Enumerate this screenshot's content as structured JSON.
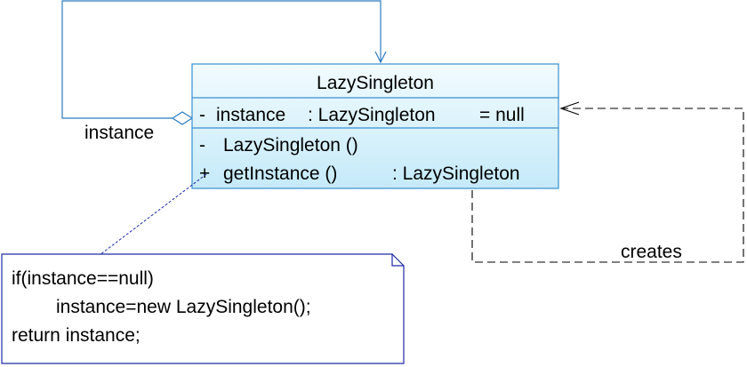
{
  "class_box": {
    "name": "LazySingleton",
    "attribute": {
      "visibility": "-",
      "name": "instance",
      "type": ": LazySingleton",
      "default": "= null"
    },
    "operations": [
      {
        "visibility": "-",
        "name": "LazySingleton ()",
        "return": ""
      },
      {
        "visibility": "+",
        "name": "getInstance ()",
        "return": ": LazySingleton"
      }
    ],
    "fill_top": "#f2fbff",
    "fill_bottom": "#c5eaf9",
    "border": "#3a8fd0"
  },
  "associations": {
    "self_role": "instance",
    "dependency_label": "creates"
  },
  "note": {
    "line1": "if(instance==null)",
    "line2": "instance=new LazySingleton();",
    "line3": "return instance;",
    "border": "#1f2aa8",
    "link_color": "#1f2aa8"
  },
  "colors": {
    "self_association": "#2b7bc0",
    "dependency": "#000000"
  }
}
